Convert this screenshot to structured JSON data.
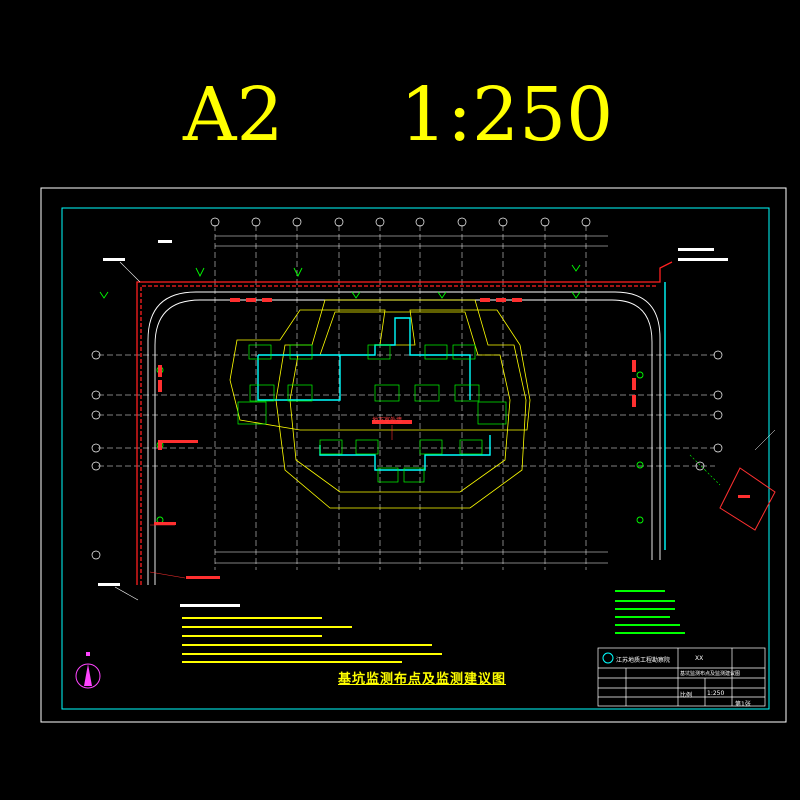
{
  "header": {
    "sheet_size": "A2",
    "scale": "1:250"
  },
  "drawing": {
    "title": "基坑监测布点及监测建议图",
    "label_pit": "地下室外墙",
    "colors": {
      "background": "#000000",
      "frame": "#ffffff",
      "inner_frame": "#00ffff",
      "pit_outline": "#ffff00",
      "retaining_wall": "#ff2020",
      "monitoring_points": "#00ff00",
      "axis_lines": "#ffffff",
      "building": "#00ffff"
    }
  },
  "title_block": {
    "company": "江苏地质工程勘察院",
    "project_code": "XX",
    "drawing_name": "基坑监测布点及监测建议图",
    "scale_label": "比例",
    "scale_value": "1:250",
    "sheet_no": "第1张"
  },
  "icons": {
    "north_arrow": "compass-north-icon",
    "company_logo": "company-logo-icon"
  }
}
